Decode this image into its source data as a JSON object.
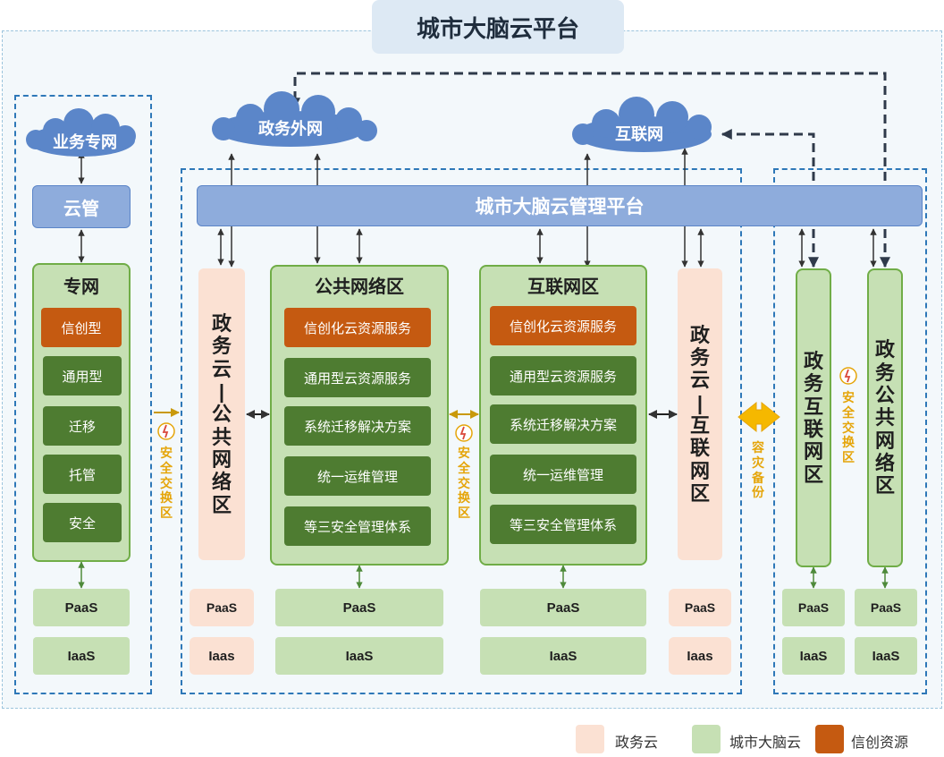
{
  "title": "城市大脑云平台",
  "clouds": {
    "business": "业务专网",
    "gov_external": "政务外网",
    "internet": "互联网"
  },
  "left": {
    "cloud_mgmt": "云管",
    "panel_title": "专网",
    "services": [
      "信创型",
      "通用型",
      "迁移",
      "托管",
      "安全"
    ],
    "paas": "PaaS",
    "iaas": "IaaS"
  },
  "mgmt_platform": "城市大脑云管理平台",
  "gov_public": {
    "label": [
      "政",
      "务",
      "云",
      "|",
      "公",
      "共",
      "网",
      "络",
      "区"
    ],
    "paas": "PaaS",
    "iaas": "Iaas"
  },
  "public_zone": {
    "title": "公共网络区",
    "services": [
      "信创化云资源服务",
      "通用型云资源服务",
      "系统迁移解决方案",
      "统一运维管理",
      "等三安全管理体系"
    ],
    "paas": "PaaS",
    "iaas": "IaaS"
  },
  "internet_zone": {
    "title": "互联网区",
    "services": [
      "信创化云资源服务",
      "通用型云资源服务",
      "系统迁移解决方案",
      "统一运维管理",
      "等三安全管理体系"
    ],
    "paas": "PaaS",
    "iaas": "IaaS"
  },
  "gov_internet": {
    "label": [
      "政",
      "务",
      "云",
      "|",
      "互",
      "联",
      "网",
      "区"
    ],
    "paas": "PaaS",
    "iaas": "Iaas"
  },
  "right": {
    "zone1": {
      "label": [
        "政",
        "务",
        "互",
        "联",
        "网",
        "区"
      ],
      "paas": "PaaS",
      "iaas": "IaaS"
    },
    "zone2": {
      "label": [
        "政",
        "务",
        "公",
        "共",
        "网",
        "络",
        "区"
      ],
      "paas": "PaaS",
      "iaas": "IaaS"
    }
  },
  "exchange_label": [
    "安",
    "全",
    "交",
    "换",
    "区"
  ],
  "backup_label": [
    "容",
    "灾",
    "备",
    "份"
  ],
  "legend": {
    "gov_cloud": "政务云",
    "city_brain_cloud": "城市大脑云",
    "xinchuang": "信创资源"
  },
  "colors": {
    "peach": "#fbe1d3",
    "green": "#c6e0b4",
    "orange": "#c55a11",
    "dark_green": "#4e7c31",
    "blue": "#8eacdc",
    "gold": "#e5a50a"
  }
}
